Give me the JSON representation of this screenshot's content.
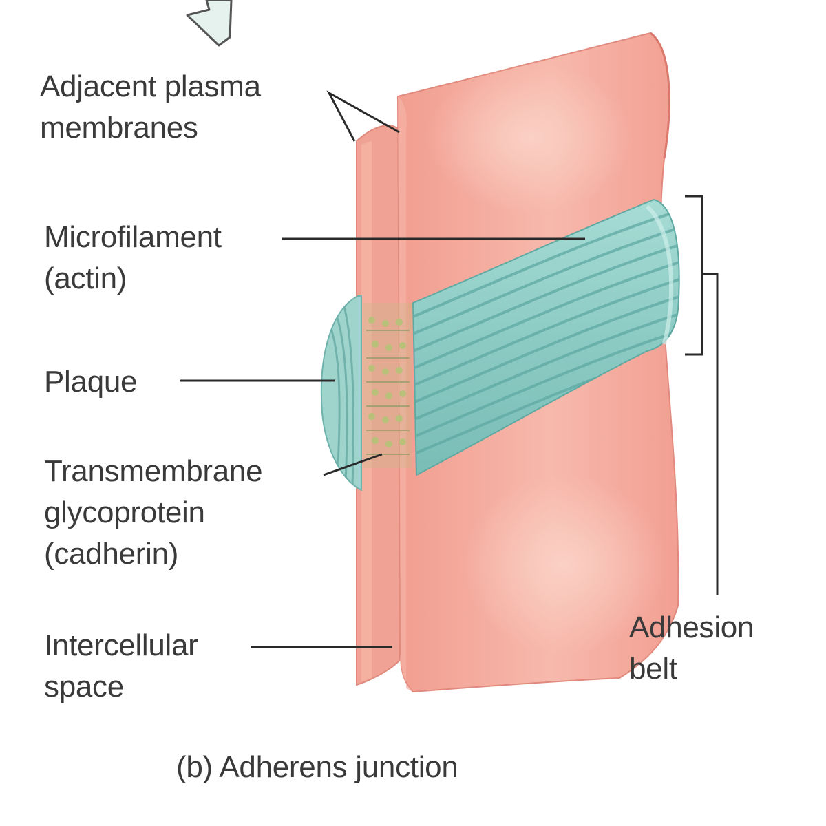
{
  "labels": {
    "membranes": [
      "Adjacent plasma",
      "membranes"
    ],
    "microfilament": [
      "Microfilament",
      "(actin)"
    ],
    "plaque": [
      "Plaque"
    ],
    "transmembrane": [
      "Transmembrane",
      "glycoprotein",
      "(cadherin)"
    ],
    "intercellular": [
      "Intercellular",
      "space"
    ],
    "adhesion_belt": [
      "Adhesion",
      "belt"
    ]
  },
  "caption": "(b) Adherens junction",
  "colors": {
    "membrane": "#f2a89b",
    "membrane_highlight": "#f9c8bc",
    "membrane_edge": "#e0897c",
    "belt": "#8fcfc8",
    "belt_stripe": "#5fa9a3",
    "plaque_dots": "#b8c07a",
    "leader_line": "#2a2a2a",
    "arrow_fill": "#e6f2ee"
  },
  "icons": {
    "pointer_arrow": "hollow-arrow-icon"
  }
}
